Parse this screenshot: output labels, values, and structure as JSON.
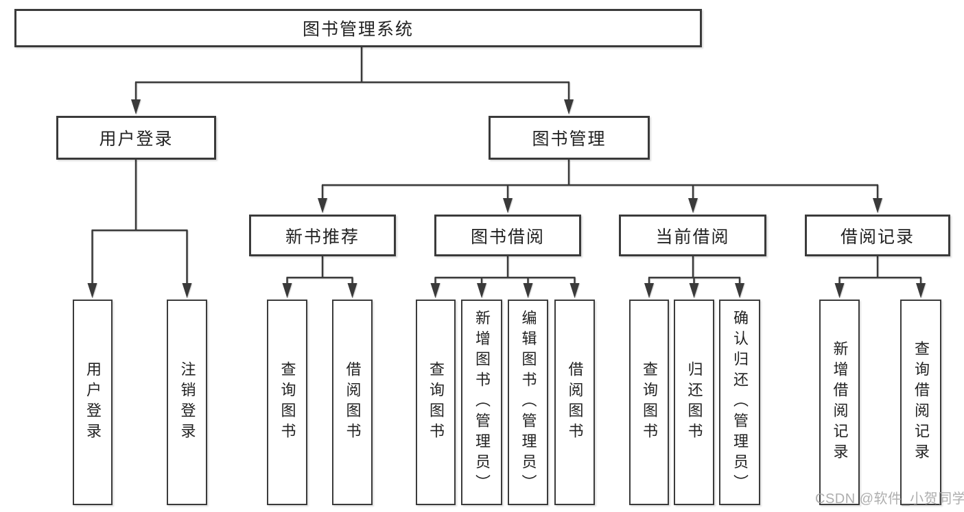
{
  "diagram": {
    "root": {
      "label": "图书管理系统"
    },
    "level2": {
      "user_login": {
        "label": "用户登录"
      },
      "book_mgmt": {
        "label": "图书管理"
      }
    },
    "level3": {
      "new_books": {
        "label": "新书推荐"
      },
      "book_borrow": {
        "label": "图书借阅"
      },
      "current_borrow": {
        "label": "当前借阅"
      },
      "borrow_records": {
        "label": "借阅记录"
      }
    },
    "leaves": {
      "a1": {
        "label": "用户登录"
      },
      "a2": {
        "label": "注销登录"
      },
      "b1": {
        "label": "查询图书"
      },
      "b2": {
        "label": "借阅图书"
      },
      "c1": {
        "label": "查询图书"
      },
      "c2": {
        "label": "新增图书（管理员）"
      },
      "c3": {
        "label": "编辑图书（管理员）"
      },
      "c4": {
        "label": "借阅图书"
      },
      "d1": {
        "label": "查询图书"
      },
      "d2": {
        "label": "归还图书"
      },
      "d3": {
        "label": "确认归还（管理员）"
      },
      "e1": {
        "label": "新增借阅记录"
      },
      "e2": {
        "label": "查询借阅记录"
      }
    },
    "watermark": "CSDN @软件_小贺同学",
    "colors": {
      "line": "#3a3a3a",
      "text": "#222222",
      "watermark": "#a6a6a6",
      "bg": "#ffffff"
    }
  }
}
